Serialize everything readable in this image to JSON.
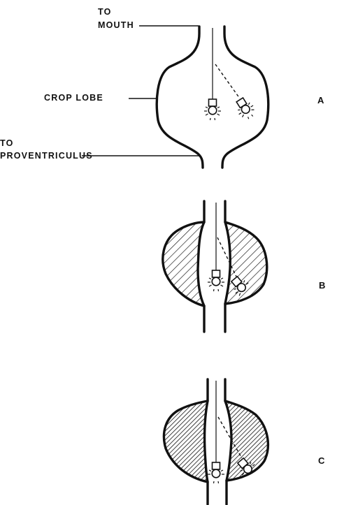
{
  "labels": {
    "to_mouth": [
      "TO",
      "MOUTH"
    ],
    "crop_lobe": "CROP LOBE",
    "to_proventriculus": [
      "TO",
      "PROVENTRICULUS"
    ]
  },
  "panels": [
    {
      "letter": "A",
      "fill": "none"
    },
    {
      "letter": "B",
      "fill": "light-hatch"
    },
    {
      "letter": "C",
      "fill": "dense-hatch"
    }
  ],
  "colors": {
    "ink": "#111111",
    "background": "#ffffff"
  }
}
